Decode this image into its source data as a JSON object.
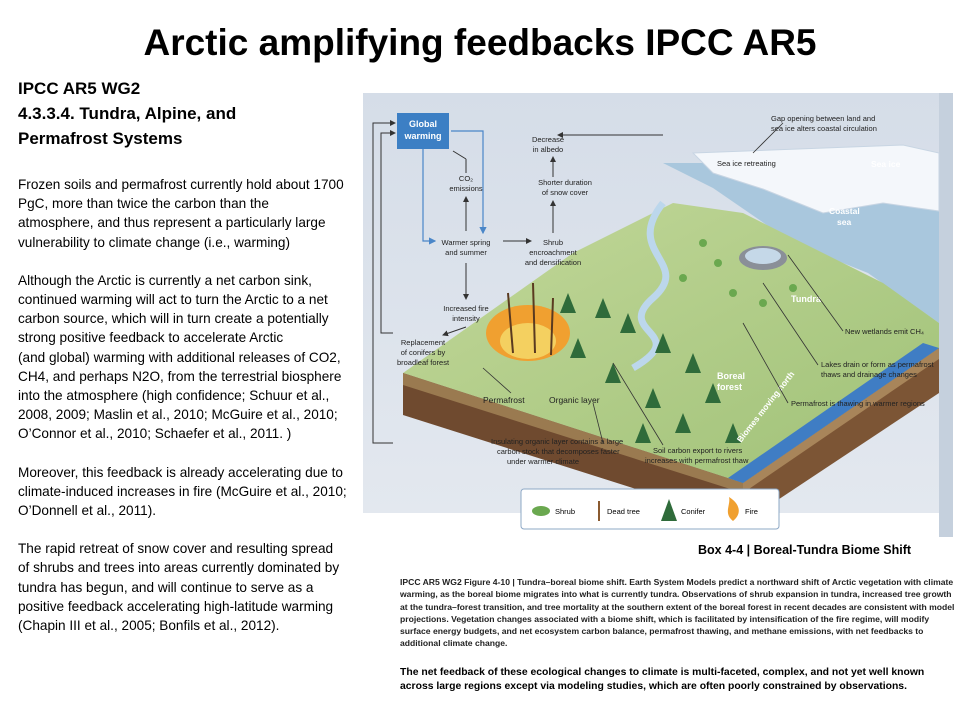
{
  "title": "Arctic amplifying feedbacks IPCC AR5",
  "left": {
    "heading1": "IPCC AR5 WG2",
    "heading2": "4.3.3.4. Tundra, Alpine, and",
    "heading3": "Permafrost Systems",
    "para1": "Frozen soils and permafrost currently hold about 1700 PgC, more than twice the carbon than the atmosphere, and thus represent a particularly large vulnerability to climate change (i.e., warming)",
    "para2": "Although the Arctic is currently a net carbon sink, continued warming will act to turn the Arctic to a net carbon source, which will in turn create a potentially strong positive feedback to accelerate Arctic",
    "para2b": "(and global) warming with additional releases of CO2, CH4, and perhaps N2O, from the terrestrial biosphere into the atmosphere (high confidence; Schuur et al., 2008, 2009; Maslin et al., 2010; McGuire et al., 2010; O’Connor et al., 2010; Schaefer et al., 2011. )",
    "para3": "Moreover, this feedback is already accelerating due to climate-induced increases in fire (McGuire et al., 2010; O’Donnell et al., 2011).",
    "para4": "The rapid retreat of snow cover and resulting spread of shrubs and trees into areas currently dominated by tundra has begun, and will continue to serve as a positive feedback accelerating high-latitude warming (Chapin III et al., 2005; Bonfils et al., 2012)."
  },
  "figure": {
    "global_warming": [
      "Global",
      "warming"
    ],
    "co2": [
      "CO₂",
      "emissions"
    ],
    "decrease_albedo": [
      "Decrease",
      "in albedo"
    ],
    "shorter_snow": [
      "Shorter duration",
      "of snow cover"
    ],
    "warmer_spring": [
      "Warmer spring",
      "and summer"
    ],
    "shrub": [
      "Shrub",
      "encroachment",
      "and densification"
    ],
    "fire_intensity": [
      "Increased fire",
      "intensity"
    ],
    "replacement": [
      "Replacement",
      "of conifers by",
      "broadleaf forest"
    ],
    "gap": [
      "Gap opening between land and",
      "sea ice alters coastal circulation"
    ],
    "sea_ice_retreat": "Sea ice retreating",
    "sea_ice": "Sea ice",
    "coastal_sea": [
      "Coastal",
      "sea"
    ],
    "tundra": "Tundra",
    "wetlands": "New wetlands emit CH₄",
    "lakes": [
      "Lakes drain or form as permafrost",
      "thaws and drainage changes"
    ],
    "boreal": [
      "Boreal",
      "forest"
    ],
    "permafrost_thaw": "Permafrost is thawing in warmer regions",
    "biomes": "Biomes moving north",
    "permafrost": "Permafrost",
    "organic_layer": "Organic layer",
    "insulating": [
      "Insulating organic layer contains a large",
      "carbon stock that decomposes faster",
      "under warmer climate"
    ],
    "soil_carbon": [
      "Soil carbon export to rivers",
      "increases with permafrost thaw"
    ],
    "legend": [
      "Shrub",
      "Dead tree",
      "Conifer",
      "Fire"
    ]
  },
  "caption_title": "Box 4-4 | Boreal-Tundra Biome Shift",
  "caption": "IPCC AR5 WG2 Figure 4-10 | Tundra–boreal biome shift. Earth System Models predict a northward shift of Arctic vegetation with climate warming, as the boreal biome migrates into what is currently tundra. Observations of shrub expansion in tundra, increased tree growth at the tundra–forest transition, and tree mortality at the southern extent of the boreal forest in recent decades are consistent with model projections. Vegetation changes associated with a biome shift, which is facilitated by intensification of the fire regime, will modify surface energy budgets, and net ecosystem carbon balance, permafrost thawing, and methane emissions, with net feedbacks to additional climate change.",
  "caption2": "The net feedback of these ecological changes to climate is multi-faceted, complex, and not yet well known across large regions except via modeling studies, which are often poorly constrained by observations."
}
